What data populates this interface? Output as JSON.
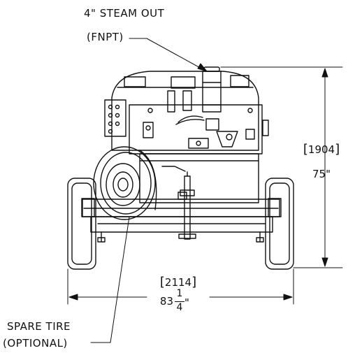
{
  "labels": {
    "steam_out_line1": "4\" STEAM OUT",
    "steam_out_line2": "(FNPT)",
    "spare_tire_line1": "SPARE TIRE",
    "spare_tire_line2": "(OPTIONAL)"
  },
  "dimensions": {
    "height_mm": "1904",
    "height_in": "75\"",
    "width_mm": "2114",
    "width_in_whole": "83",
    "width_in_num": "1",
    "width_in_den": "4",
    "width_in_unit": "\""
  }
}
